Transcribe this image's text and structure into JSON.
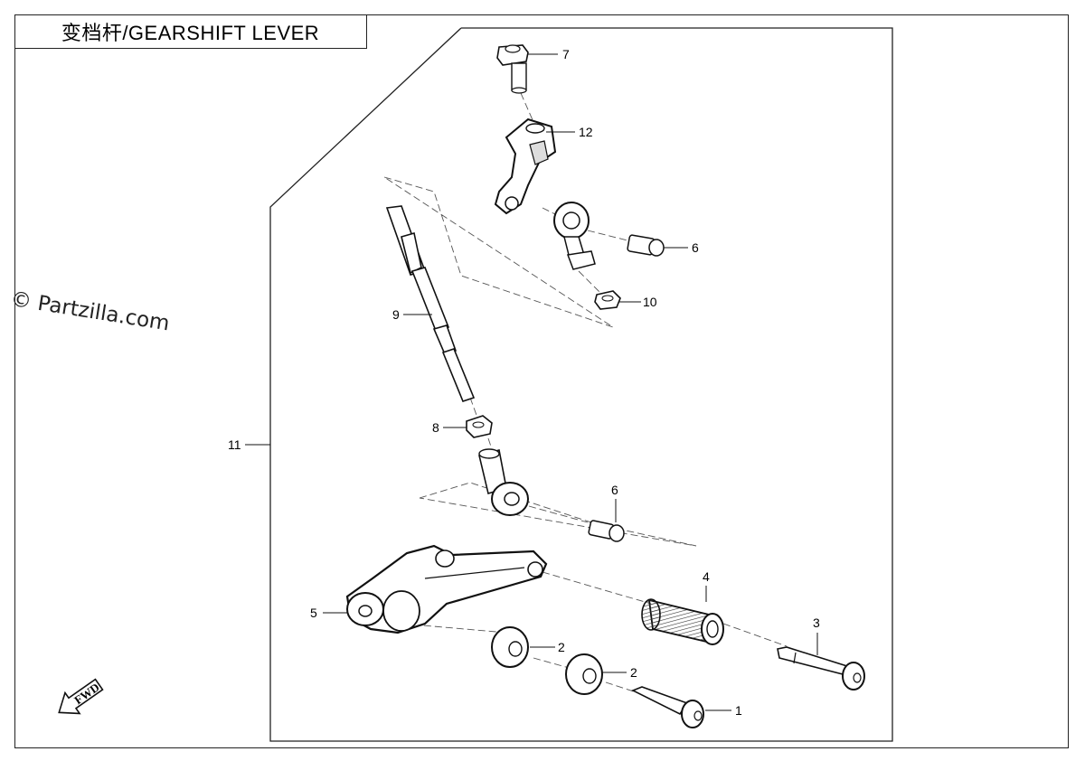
{
  "title": "变档杆/GEARSHIFT  LEVER",
  "watermark": "© Partzilla.com",
  "fwd_label": "FWD",
  "callouts": {
    "c1": "1",
    "c2a": "2",
    "c2b": "2",
    "c3": "3",
    "c4": "4",
    "c5": "5",
    "c6a": "6",
    "c6b": "6",
    "c7": "7",
    "c8": "8",
    "c9": "9",
    "c10": "10",
    "c11": "11",
    "c12": "12"
  },
  "icons": {
    "direction": "fwd-arrow-icon"
  }
}
